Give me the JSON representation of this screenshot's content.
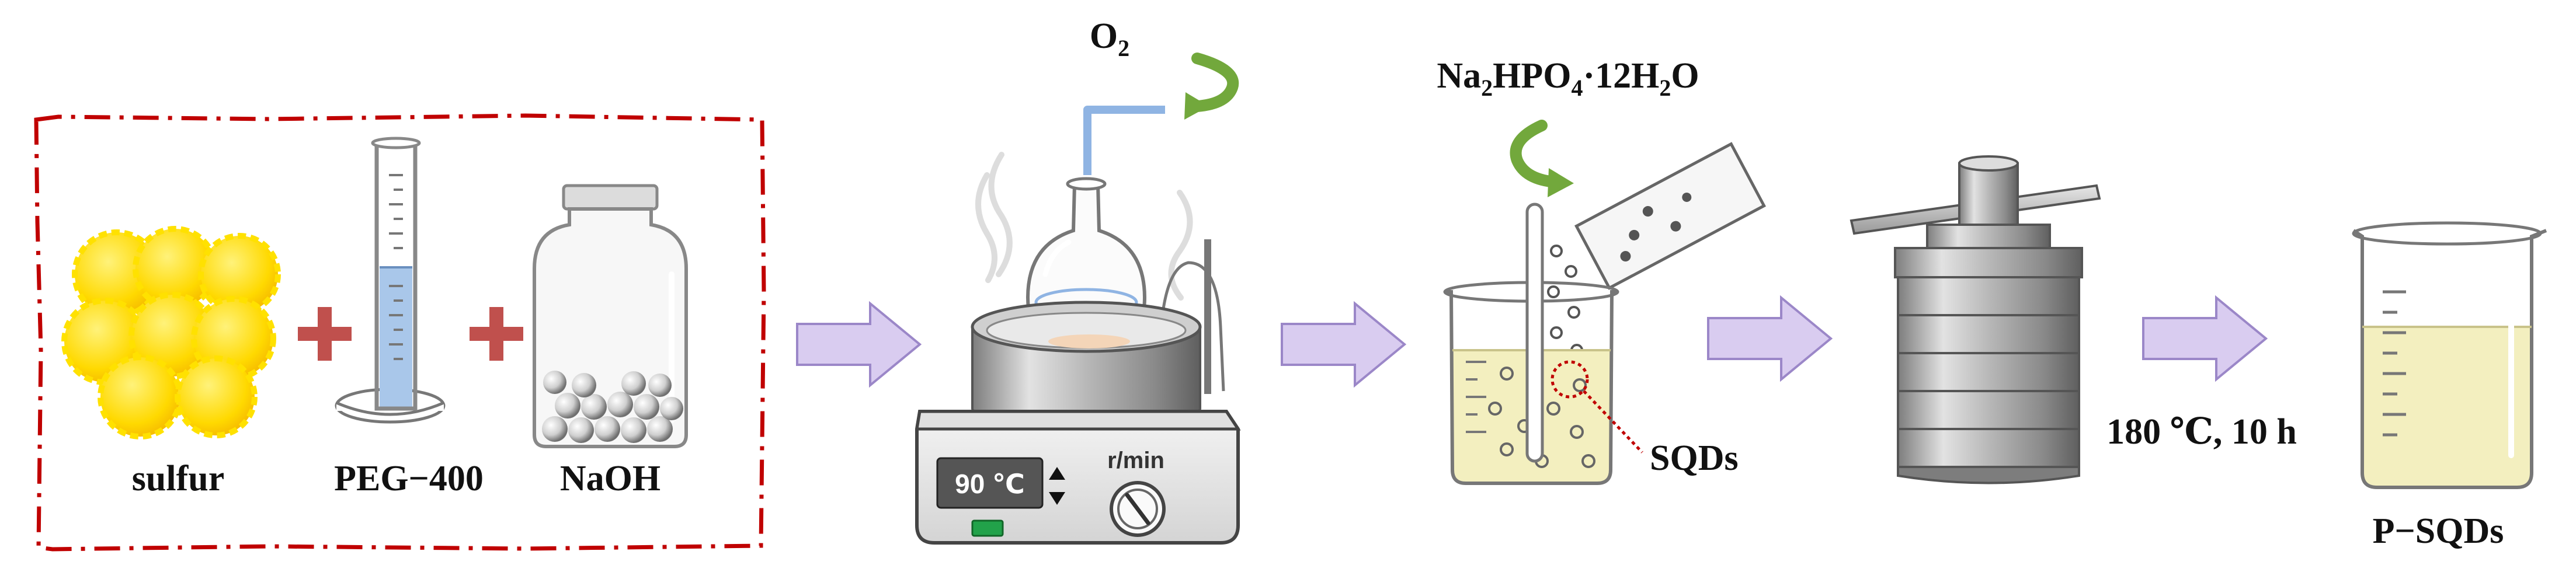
{
  "labels": {
    "sulfur": "sulfur",
    "peg": "PEG−400",
    "naoh": "NaOH",
    "o2_main": "O",
    "o2_sub": "2",
    "display": "90 ℃",
    "rpm": "r/min",
    "reagent": {
      "p1": "Na",
      "s1": "2",
      "p2": "HPO",
      "s2": "4",
      "p3": "·12H",
      "s3": "2",
      "p4": "O"
    },
    "sqds": "SQDs",
    "condition": "180 ℃, 10 h",
    "product": "P−SQDs"
  },
  "colors": {
    "dash_border": "#c00000",
    "plus": "#c0504d",
    "arrow_fill": "#d9ccf0",
    "arrow_stroke": "#9b87c8",
    "green_arrow": "#72a83c",
    "sulfur": "#ffd900",
    "liquid_blue": "#a9c7ea",
    "solution": "#f3efbf",
    "display_bg": "#555555",
    "indicator": "#22a24a"
  }
}
